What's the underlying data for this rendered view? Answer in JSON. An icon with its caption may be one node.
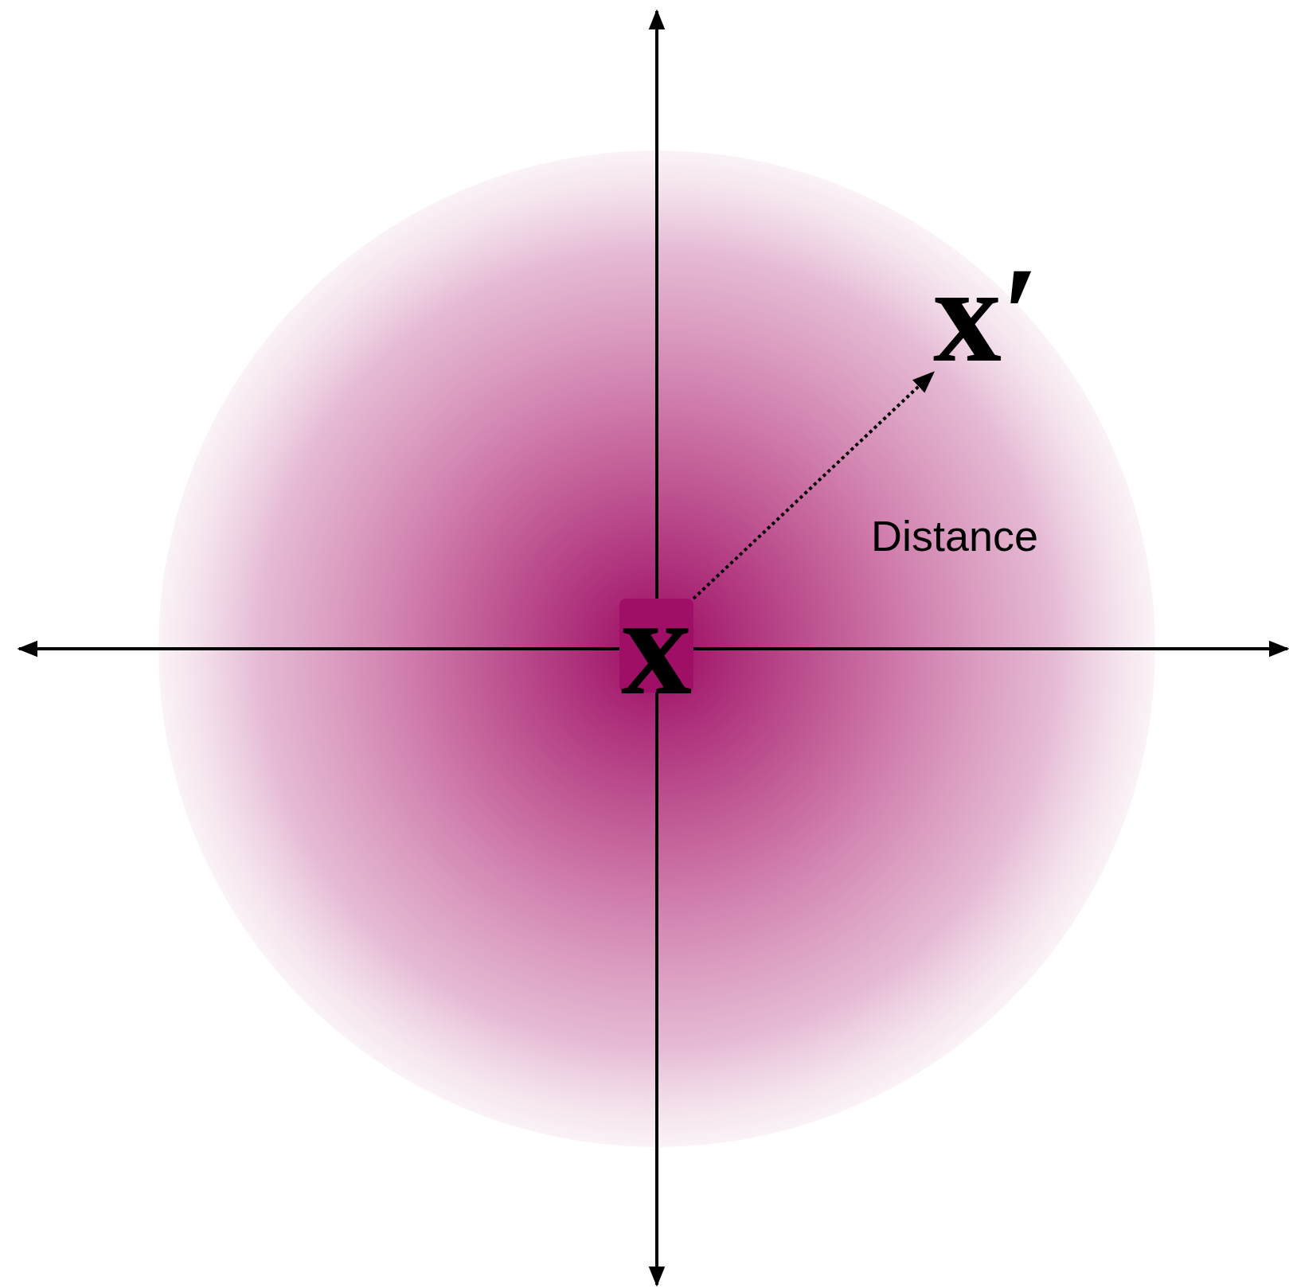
{
  "diagram": {
    "nodes": [
      {
        "text": [
          "x"
        ]
      },
      {
        "text": [
          "x′"
        ]
      }
    ],
    "edges": [
      {
        "from": 0,
        "to": 1,
        "arrow": "to",
        "style": "dashed",
        "label": "Distance"
      }
    ]
  }
}
